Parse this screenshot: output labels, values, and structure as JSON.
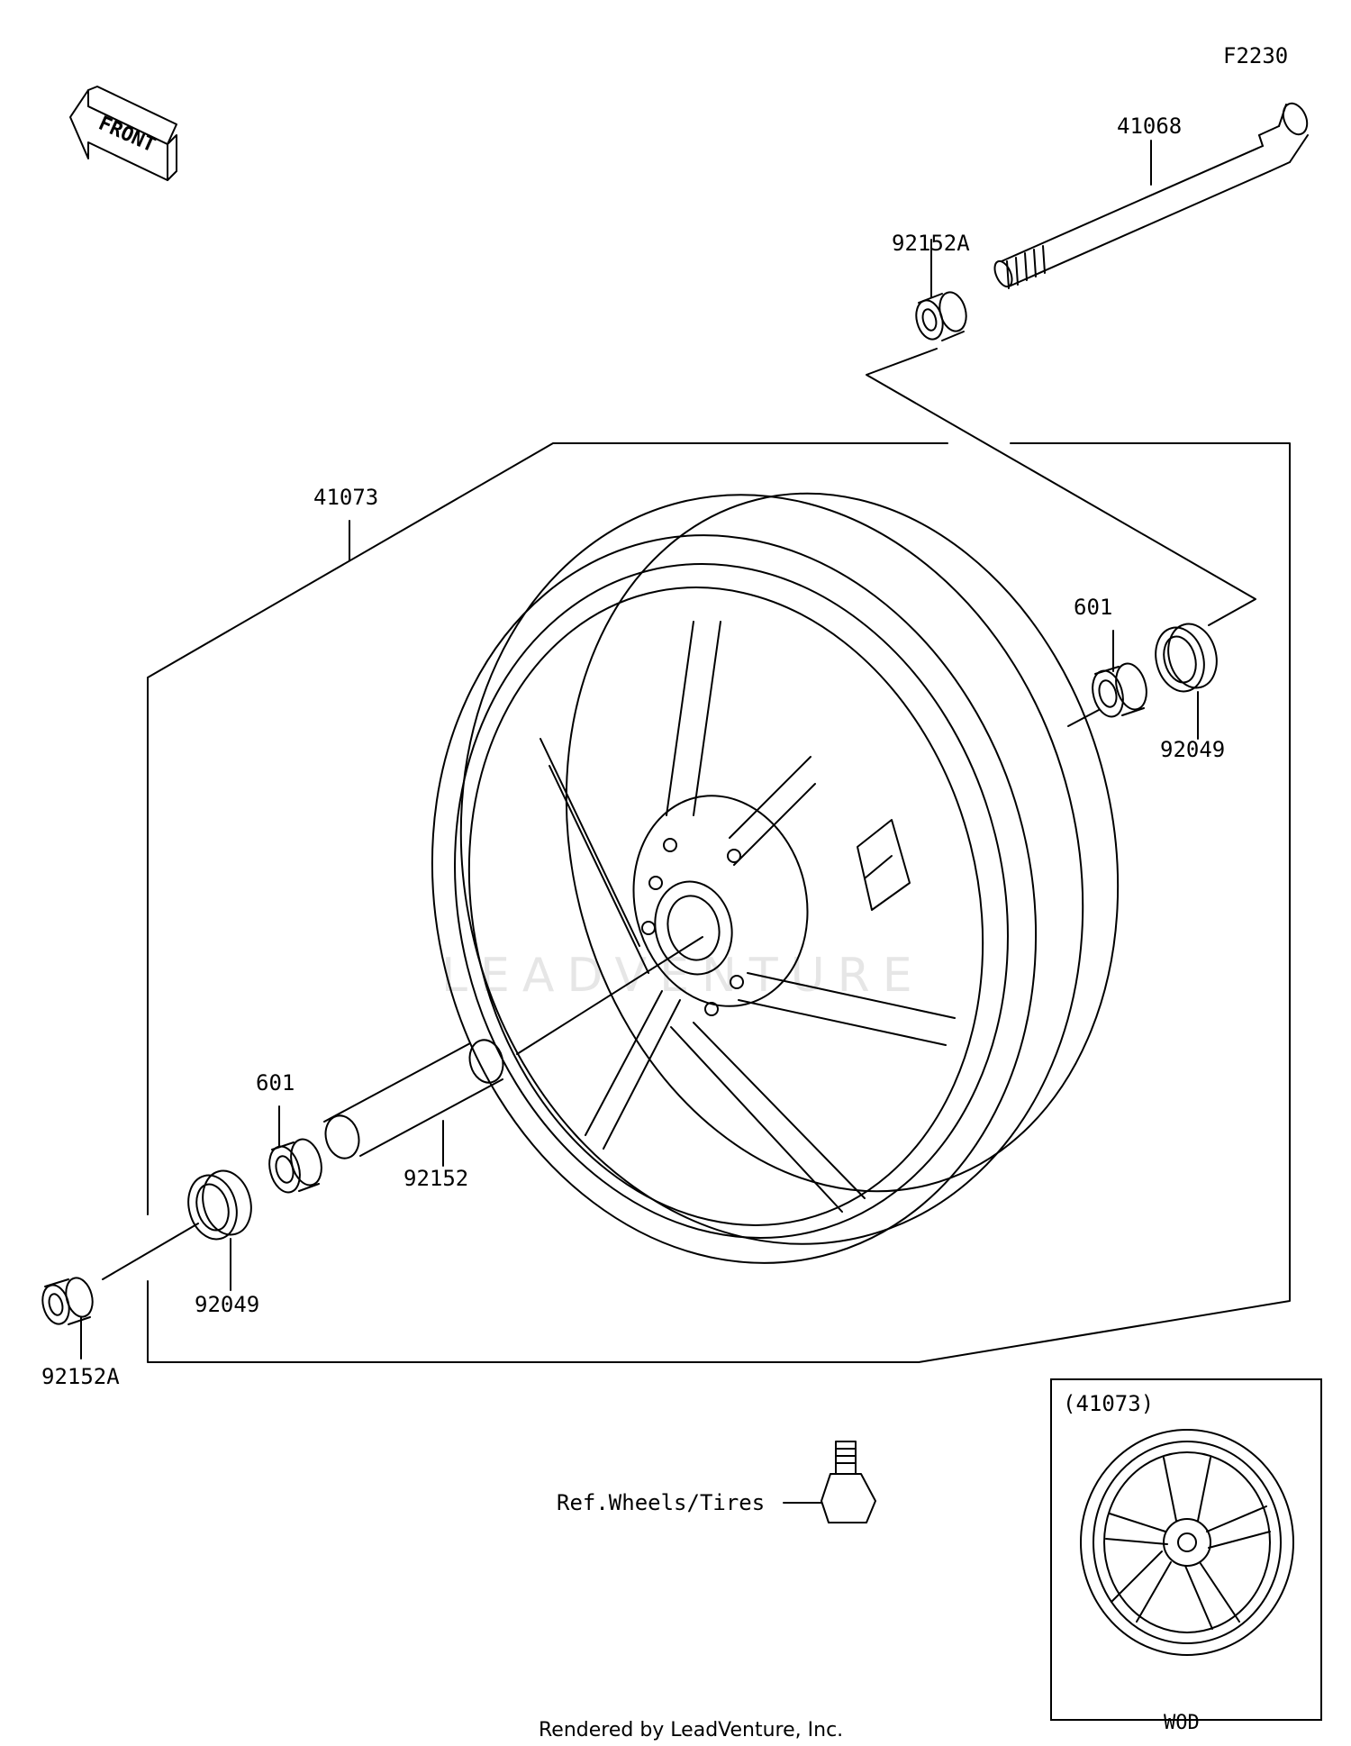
{
  "diagram_id": "F2230",
  "front_label": "FRONT",
  "watermark": "LEADVENTURE",
  "parts": {
    "axle": "41068",
    "collar_right": "92152A",
    "wheel": "41073",
    "bearing_right": "601",
    "seal_right": "92049",
    "bearing_left": "601",
    "spacer": "92152",
    "seal_left": "92049",
    "collar_left": "92152A"
  },
  "reference": "Ref.Wheels/Tires",
  "inset": {
    "label": "(41073)",
    "variant": "WOD"
  },
  "footer": "Rendered by LeadVenture, Inc.",
  "colors": {
    "line": "#000000",
    "watermark": "#e6e6e6",
    "background": "#ffffff"
  }
}
